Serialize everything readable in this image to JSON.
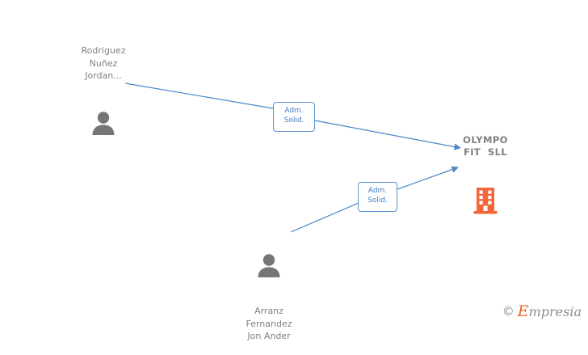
{
  "diagram": {
    "title": "OLYMPO FIT SLL relationship graph",
    "background": "#ffffff",
    "edge_color": "#4a86c8",
    "person_color": "#767676",
    "company_color": "#f4663a",
    "text_color": "#808080"
  },
  "nodes": {
    "person_top": {
      "icon": "person-icon",
      "label_lines": [
        "Rodriguez",
        "Nuñez",
        "Jordan..."
      ],
      "label": "Rodriguez\nNuñez\nJordan..."
    },
    "person_bottom": {
      "icon": "person-icon",
      "label_lines": [
        "Arranz",
        "Fernandez",
        "Jon Ander"
      ],
      "label": "Arranz\nFernandez\nJon Ander"
    },
    "company": {
      "icon": "building-icon",
      "label_lines": [
        "OLYMPO",
        "FIT  SLL"
      ],
      "label": "OLYMPO\nFIT  SLL"
    }
  },
  "edges": [
    {
      "id": "edge-top",
      "from": "person_top",
      "to": "company",
      "label_lines": [
        "Adm.",
        "Solid."
      ],
      "label_line_1": "Adm.",
      "label_line_2": "Solid."
    },
    {
      "id": "edge-bottom",
      "from": "person_bottom",
      "to": "company",
      "label_lines": [
        "Adm.",
        "Solid."
      ],
      "label_line_1": "Adm.",
      "label_line_2": "Solid."
    }
  ],
  "watermark": {
    "copyright": "©",
    "brand_initial": "E",
    "brand_rest": "mpresia"
  }
}
